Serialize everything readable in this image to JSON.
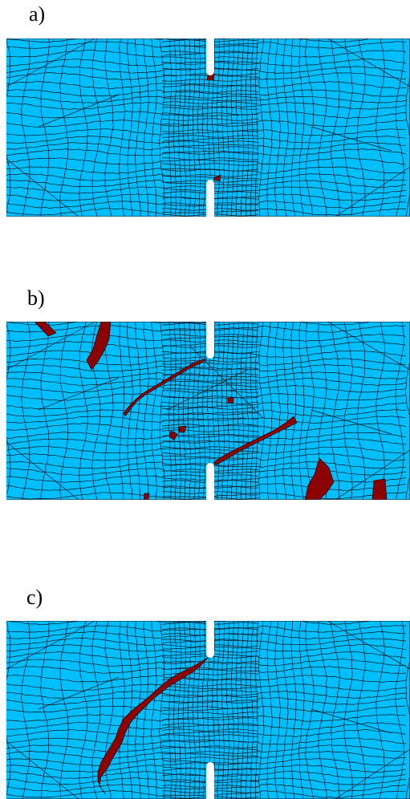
{
  "panels": [
    {
      "label": "a)",
      "damage": [
        [
          [
            251,
            45
          ],
          [
            259,
            44
          ],
          [
            258,
            52
          ],
          [
            250,
            52
          ]
        ],
        [
          [
            260,
            173
          ],
          [
            267,
            170
          ],
          [
            266,
            178
          ],
          [
            259,
            176
          ]
        ]
      ],
      "extra_lines": []
    },
    {
      "label": "b)",
      "damage": [
        [
          [
            35,
            0
          ],
          [
            48,
            0
          ],
          [
            62,
            14
          ],
          [
            52,
            18
          ]
        ],
        [
          [
            118,
            0
          ],
          [
            130,
            0
          ],
          [
            128,
            22
          ],
          [
            122,
            36
          ],
          [
            114,
            50
          ],
          [
            106,
            60
          ],
          [
            100,
            48
          ],
          [
            108,
            34
          ],
          [
            112,
            20
          ]
        ],
        [
          [
            250,
            46
          ],
          [
            242,
            52
          ],
          [
            232,
            56
          ],
          [
            222,
            62
          ],
          [
            212,
            68
          ],
          [
            202,
            74
          ],
          [
            192,
            80
          ],
          [
            182,
            86
          ],
          [
            172,
            92
          ],
          [
            162,
            100
          ],
          [
            154,
            110
          ],
          [
            148,
            118
          ],
          [
            146,
            114
          ],
          [
            154,
            104
          ],
          [
            162,
            96
          ],
          [
            172,
            88
          ],
          [
            182,
            82
          ],
          [
            192,
            76
          ],
          [
            202,
            70
          ],
          [
            212,
            64
          ],
          [
            222,
            58
          ],
          [
            232,
            52
          ],
          [
            242,
            48
          ]
        ],
        [
          [
            205,
            136
          ],
          [
            213,
            140
          ],
          [
            209,
            148
          ],
          [
            203,
            143
          ]
        ],
        [
          [
            215,
            131
          ],
          [
            224,
            130
          ],
          [
            222,
            138
          ],
          [
            215,
            138
          ]
        ],
        [
          [
            276,
            95
          ],
          [
            283,
            95
          ],
          [
            283,
            101
          ],
          [
            276,
            101
          ]
        ],
        [
          [
            358,
            118
          ],
          [
            362,
            126
          ],
          [
            350,
            132
          ],
          [
            338,
            138
          ],
          [
            326,
            144
          ],
          [
            314,
            150
          ],
          [
            302,
            156
          ],
          [
            290,
            162
          ],
          [
            280,
            168
          ],
          [
            270,
            174
          ],
          [
            262,
            178
          ],
          [
            258,
            176
          ],
          [
            266,
            170
          ],
          [
            276,
            164
          ],
          [
            288,
            158
          ],
          [
            300,
            152
          ],
          [
            312,
            146
          ],
          [
            324,
            140
          ],
          [
            336,
            134
          ],
          [
            348,
            126
          ]
        ],
        [
          [
            390,
            170
          ],
          [
            402,
            182
          ],
          [
            408,
            200
          ],
          [
            400,
            212
          ],
          [
            390,
            222
          ],
          [
            372,
            222
          ],
          [
            376,
            204
          ],
          [
            384,
            190
          ]
        ],
        [
          [
            458,
            198
          ],
          [
            472,
            196
          ],
          [
            474,
            222
          ],
          [
            456,
            222
          ]
        ],
        [
          [
            172,
            214
          ],
          [
            178,
            214
          ],
          [
            177,
            222
          ],
          [
            171,
            222
          ]
        ]
      ],
      "extra_lines": [
        [
          228,
          30,
          320,
          120
        ],
        [
          200,
          110,
          300,
          60
        ]
      ]
    },
    {
      "label": "c)",
      "damage": [
        [
          [
            252,
            45
          ],
          [
            244,
            50
          ],
          [
            234,
            56
          ],
          [
            224,
            61
          ],
          [
            214,
            66
          ],
          [
            204,
            72
          ],
          [
            195,
            79
          ],
          [
            186,
            87
          ],
          [
            176,
            96
          ],
          [
            166,
            104
          ],
          [
            156,
            112
          ],
          [
            146,
            122
          ],
          [
            140,
            134
          ],
          [
            136,
            146
          ],
          [
            130,
            156
          ],
          [
            124,
            166
          ],
          [
            118,
            176
          ],
          [
            114,
            188
          ],
          [
            114,
            200
          ],
          [
            120,
            212
          ],
          [
            124,
            216
          ],
          [
            116,
            206
          ],
          [
            118,
            194
          ],
          [
            126,
            184
          ],
          [
            132,
            172
          ],
          [
            138,
            162
          ],
          [
            144,
            152
          ],
          [
            148,
            140
          ],
          [
            154,
            128
          ],
          [
            162,
            118
          ],
          [
            172,
            108
          ],
          [
            182,
            98
          ],
          [
            192,
            90
          ],
          [
            202,
            82
          ],
          [
            212,
            76
          ],
          [
            222,
            70
          ],
          [
            232,
            64
          ],
          [
            242,
            56
          ]
        ]
      ],
      "extra_lines": []
    }
  ]
}
